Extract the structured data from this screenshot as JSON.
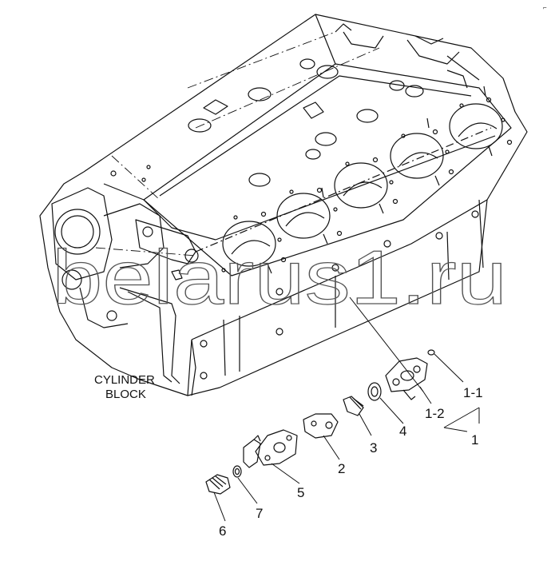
{
  "diagram": {
    "caption_line1": "CYLINDER",
    "caption_line2": "BLOCK",
    "watermark": "belarus1.ru",
    "corner_mark": "⌐",
    "labels": {
      "p1": "1",
      "p1_1": "1-1",
      "p1_2": "1-2",
      "p2": "2",
      "p3": "3",
      "p4": "4",
      "p5": "5",
      "p6": "6",
      "p7": "7"
    }
  }
}
